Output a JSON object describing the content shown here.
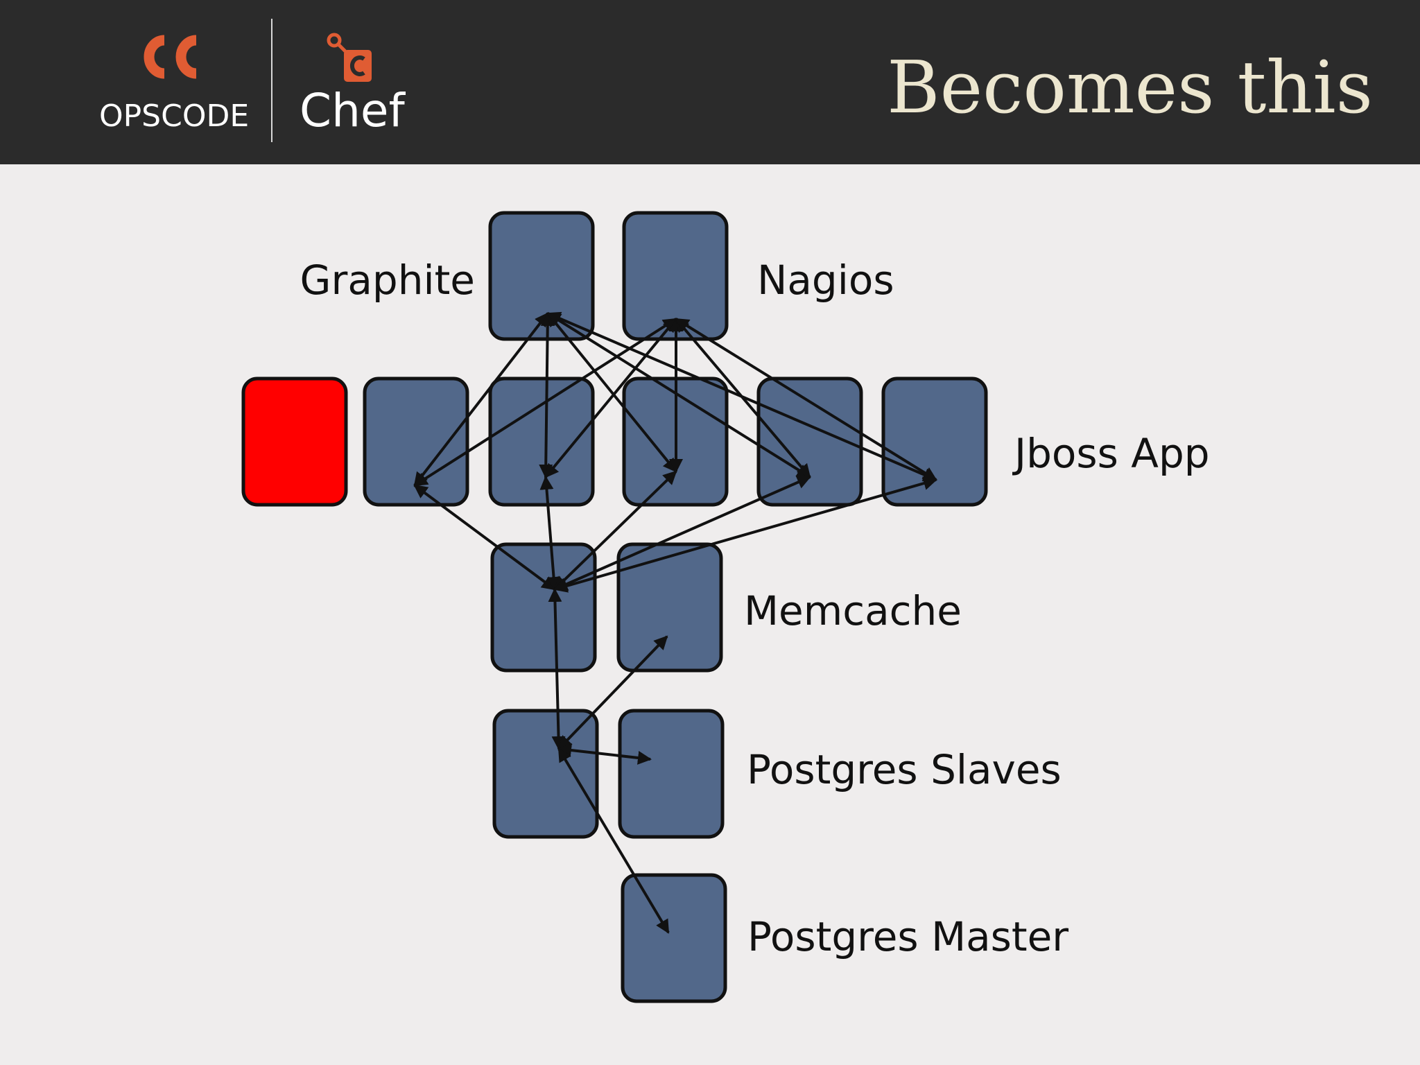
{
  "header": {
    "brand_name": "OPSCODE",
    "product_name": "Chef",
    "title": "Becomes this",
    "brand_color": "#e05c33",
    "background_color": "#2b2b2b"
  },
  "diagram": {
    "node_color": "#52688a",
    "highlight_color": "#ff0000",
    "labels": {
      "graphite": "Graphite",
      "nagios": "Nagios",
      "jboss_app": "Jboss App",
      "memcache": "Memcache",
      "postgres_slaves": "Postgres Slaves",
      "postgres_master": "Postgres Master"
    },
    "nodes": [
      {
        "id": "graphite",
        "role": "graphite"
      },
      {
        "id": "nagios",
        "role": "nagios"
      },
      {
        "id": "jboss-1",
        "role": "jboss_app",
        "status": "failed"
      },
      {
        "id": "jboss-2",
        "role": "jboss_app"
      },
      {
        "id": "jboss-3",
        "role": "jboss_app"
      },
      {
        "id": "jboss-4",
        "role": "jboss_app"
      },
      {
        "id": "jboss-5",
        "role": "jboss_app"
      },
      {
        "id": "jboss-6",
        "role": "jboss_app"
      },
      {
        "id": "memcache-1",
        "role": "memcache"
      },
      {
        "id": "memcache-2",
        "role": "memcache"
      },
      {
        "id": "pg-slave-1",
        "role": "postgres_slaves"
      },
      {
        "id": "pg-slave-2",
        "role": "postgres_slaves"
      },
      {
        "id": "pg-master",
        "role": "postgres_master"
      }
    ],
    "connections": [
      {
        "from": "graphite",
        "to": "jboss-2"
      },
      {
        "from": "graphite",
        "to": "jboss-3"
      },
      {
        "from": "graphite",
        "to": "jboss-4"
      },
      {
        "from": "graphite",
        "to": "jboss-5"
      },
      {
        "from": "graphite",
        "to": "jboss-6"
      },
      {
        "from": "nagios",
        "to": "jboss-2"
      },
      {
        "from": "nagios",
        "to": "jboss-3"
      },
      {
        "from": "nagios",
        "to": "jboss-4"
      },
      {
        "from": "nagios",
        "to": "jboss-5"
      },
      {
        "from": "nagios",
        "to": "jboss-6"
      },
      {
        "from": "jboss-2",
        "to": "memcache-1"
      },
      {
        "from": "jboss-3",
        "to": "memcache-1"
      },
      {
        "from": "jboss-4",
        "to": "memcache-1"
      },
      {
        "from": "jboss-5",
        "to": "memcache-1"
      },
      {
        "from": "jboss-6",
        "to": "memcache-1"
      },
      {
        "from": "memcache-1",
        "to": "pg-slave-1"
      },
      {
        "from": "memcache-2",
        "to": "pg-slave-1"
      },
      {
        "from": "pg-slave-1",
        "to": "pg-slave-2"
      },
      {
        "from": "pg-master",
        "to": "pg-slave-1"
      }
    ]
  }
}
